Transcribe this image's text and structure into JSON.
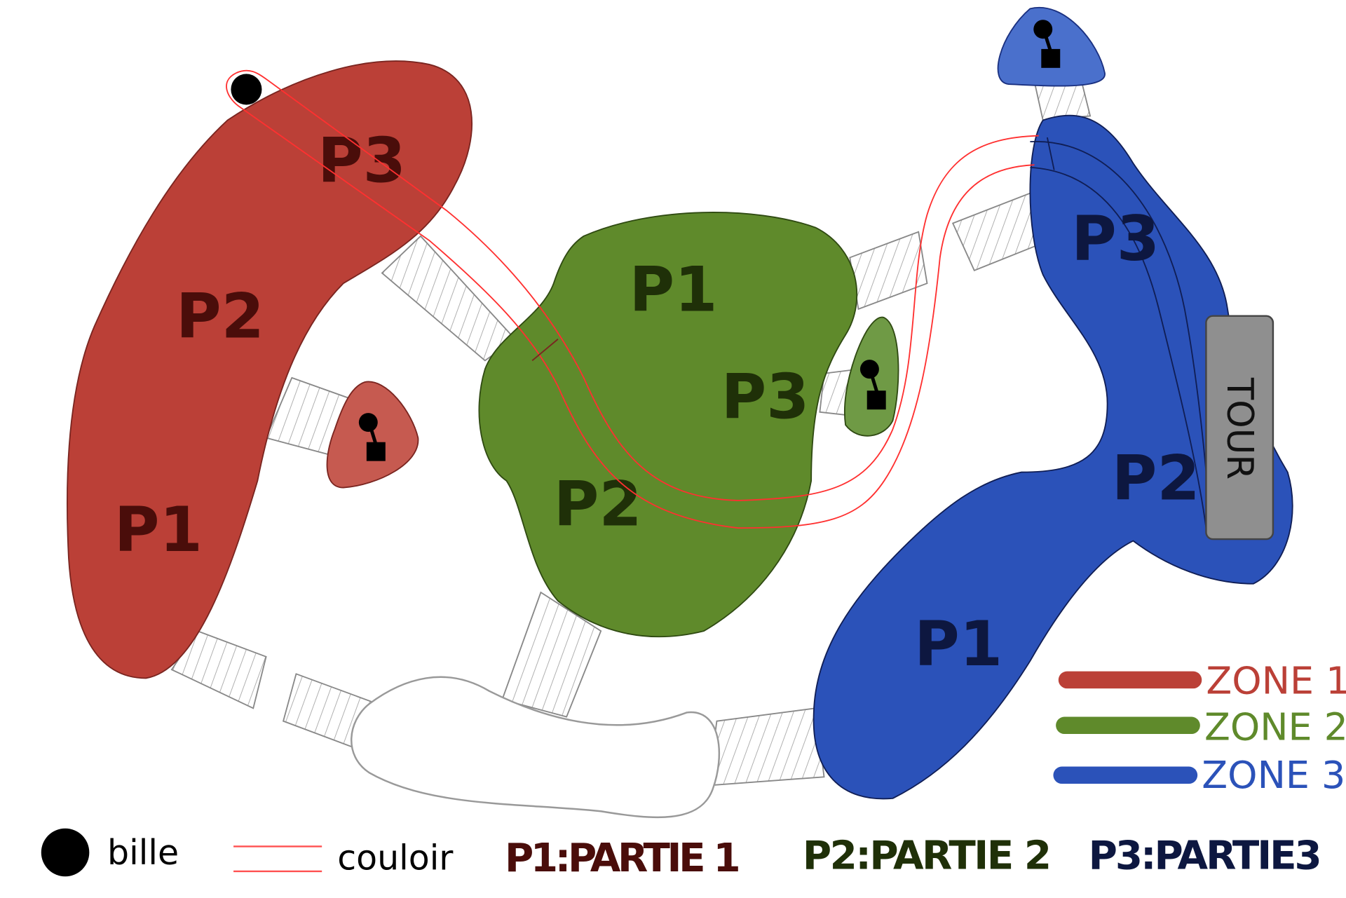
{
  "colors": {
    "zone1": "#bb4037",
    "zone2": "#5f8a2b",
    "zone3": "#2b52b9",
    "partie1": "#4a0d0a",
    "partie2": "#1f3008",
    "partie3": "#0d1740",
    "corridor": "#ff3030",
    "tower": "#8f8f8f"
  },
  "zone1": {
    "labels": [
      "P3",
      "P2",
      "P1"
    ]
  },
  "zone2": {
    "labels": [
      "P1",
      "P3",
      "P2"
    ]
  },
  "zone3": {
    "labels": [
      "P3",
      "P2",
      "P1"
    ]
  },
  "tower": {
    "label": "TOUR"
  },
  "zone_legend": [
    {
      "label": "ZONE 1"
    },
    {
      "label": "ZONE 2"
    },
    {
      "label": "ZONE 3"
    }
  ],
  "legend": {
    "ball": "bille",
    "corridor": "couloir",
    "p1": "P1:PARTIE 1",
    "p2": "P2:PARTIE 2",
    "p3": "P3:PARTIE3"
  },
  "icons": {
    "hub": "joystick-icon",
    "ball": "ball-icon"
  }
}
